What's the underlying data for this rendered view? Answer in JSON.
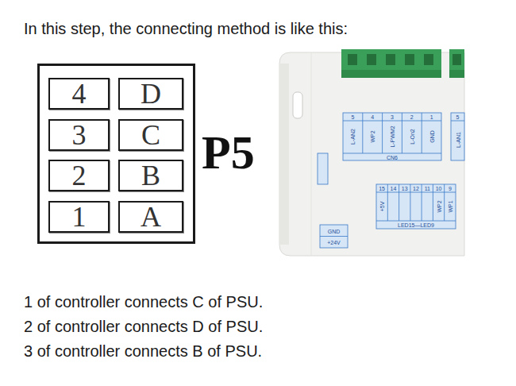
{
  "diagram": {
    "title": "In this step, the connecting method is like this:",
    "nodes": [
      {
        "text": [
          "P5"
        ]
      },
      {
        "text": [
          "4"
        ],
        "in": 0
      },
      {
        "text": [
          "D"
        ],
        "in": 0
      },
      {
        "text": [
          "3"
        ],
        "in": 0
      },
      {
        "text": [
          "C"
        ],
        "in": 0
      },
      {
        "text": [
          "2"
        ],
        "in": 0
      },
      {
        "text": [
          "B"
        ],
        "in": 0
      },
      {
        "text": [
          "1"
        ],
        "in": 0
      },
      {
        "text": [
          "A"
        ],
        "in": 0
      }
    ],
    "labels": [
      "1 of controller connects C of PSU.",
      "2 of controller connects D of PSU.",
      "3 of controller connects B of PSU.",
      "5",
      "4",
      "3",
      "2",
      "1",
      "L-AN2",
      "WP2",
      "L-PWM2",
      "L-On2",
      "GND",
      "CN6",
      "5",
      "L-AN1",
      "15",
      "14",
      "13",
      "12",
      "11",
      "10",
      "9",
      "+5V",
      "WP2",
      "WP1",
      "LED15—LED9",
      "GND",
      "+24V"
    ]
  }
}
